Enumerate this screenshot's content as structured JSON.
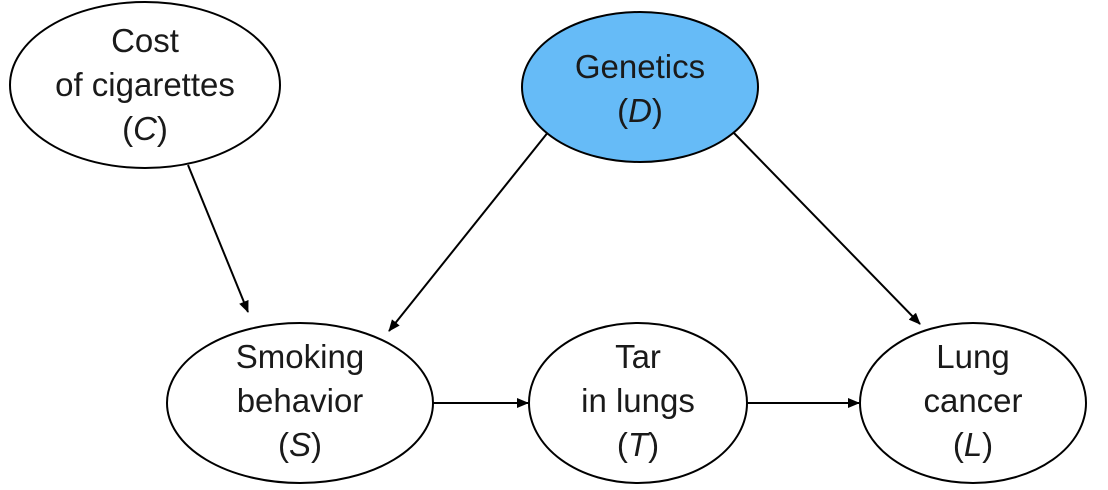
{
  "colors": {
    "highlight_fill": "#66bbf7",
    "node_fill": "#ffffff",
    "stroke": "#000000",
    "text": "#1a1a1a"
  },
  "nodes": {
    "cost": {
      "line1": "Cost",
      "line2": "of cigarettes",
      "paren_open": "(",
      "symbol": "C",
      "paren_close": ")",
      "highlighted": false
    },
    "genetics": {
      "line1": "Genetics",
      "paren_open": "(",
      "symbol": "D",
      "paren_close": ")",
      "highlighted": true
    },
    "smoking": {
      "line1": "Smoking",
      "line2": "behavior",
      "paren_open": "(",
      "symbol": "S",
      "paren_close": ")",
      "highlighted": false
    },
    "tar": {
      "line1": "Tar",
      "line2": "in lungs",
      "paren_open": "(",
      "symbol": "T",
      "paren_close": ")",
      "highlighted": false
    },
    "lung": {
      "line1": "Lung",
      "line2": "cancer",
      "paren_open": "(",
      "symbol": "L",
      "paren_close": ")",
      "highlighted": false
    }
  },
  "edges": [
    {
      "from": "cost",
      "to": "smoking"
    },
    {
      "from": "genetics",
      "to": "smoking"
    },
    {
      "from": "genetics",
      "to": "lung"
    },
    {
      "from": "smoking",
      "to": "tar"
    },
    {
      "from": "tar",
      "to": "lung"
    }
  ]
}
